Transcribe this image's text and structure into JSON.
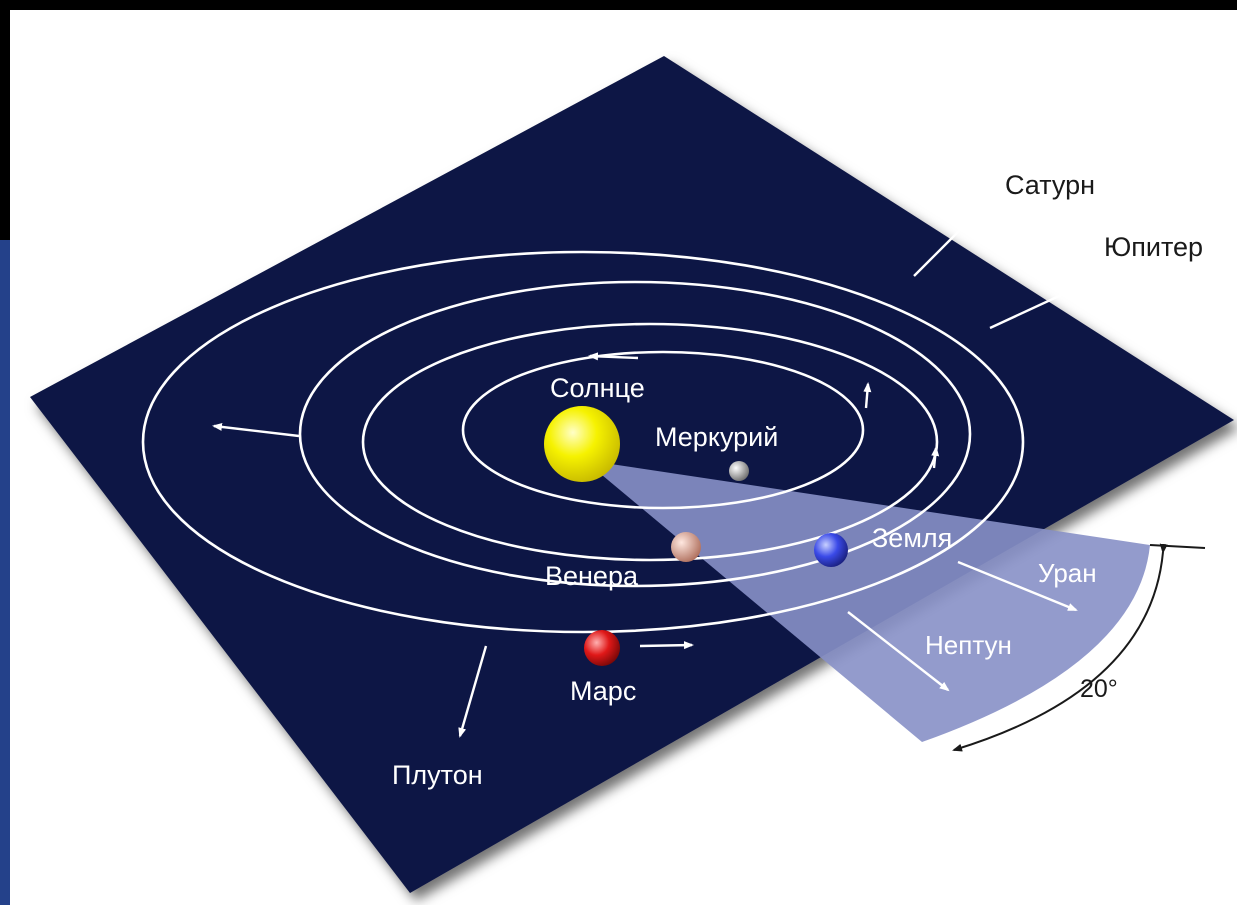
{
  "colors": {
    "page_background": "#000000",
    "white_frame": "#ffffff",
    "left_strip": "#24418a",
    "ecliptic_plane": "#111844",
    "inclined_sector": "#8790c6",
    "orbit_lines": "#ffffff",
    "sun": "#f4f000",
    "mercury": "#9e9e9e",
    "venus": "#d39a8c",
    "earth": "#3344dd",
    "mars": "#d81818"
  },
  "bodies": {
    "sun": "Солнце",
    "mercury": "Меркурий",
    "venus": "Венера",
    "earth": "Земля",
    "mars": "Марс"
  },
  "direction_labels": {
    "saturn": "Сатурн",
    "jupiter": "Юпитер",
    "uranus": "Уран",
    "neptune": "Нептун",
    "pluto": "Плутон"
  },
  "inclination_angle": "20°"
}
